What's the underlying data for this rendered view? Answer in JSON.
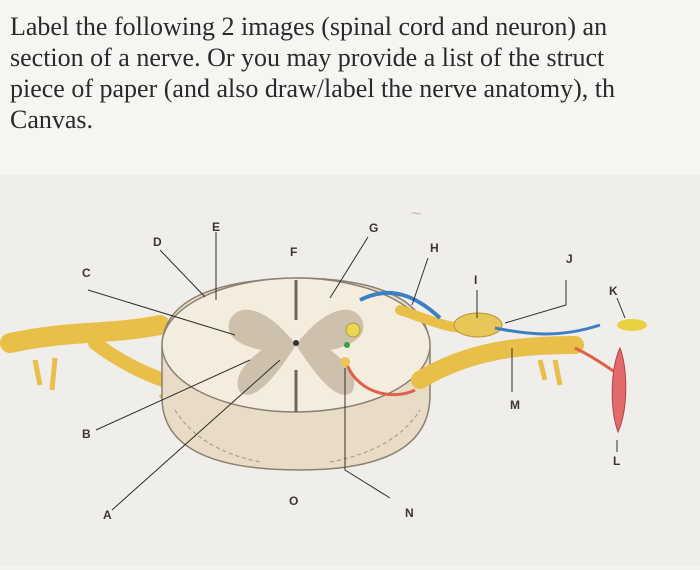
{
  "question": {
    "line1": "Label the following 2 images (spinal cord and neuron) an",
    "line2": "section of a nerve. Or you may provide a list of the struct",
    "line3": "piece of paper (and also draw/label the nerve anatomy), th",
    "line4": "Canvas."
  },
  "diagram": {
    "labels": [
      "A",
      "B",
      "C",
      "D",
      "E",
      "F",
      "G",
      "H",
      "I",
      "J",
      "K",
      "L",
      "M",
      "N",
      "O"
    ]
  },
  "colors": {
    "nerve": "#e8c049",
    "cord_outer": "#f3ead8",
    "gray_matter": "#c9bca8",
    "motor": "#e0614a",
    "sensory": "#3e7fc4",
    "muscle": "#e36a6a"
  }
}
